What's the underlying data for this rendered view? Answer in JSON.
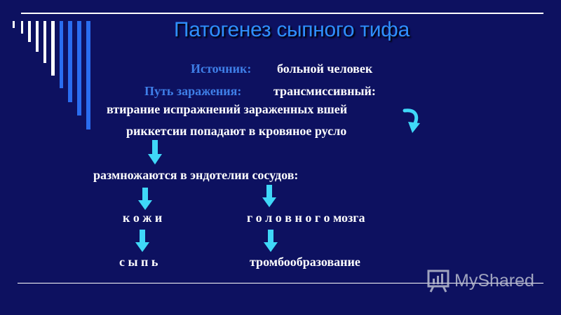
{
  "slide": {
    "title": "Патогенез  сыпного тифа",
    "source_label": "Источник:",
    "source_value": "больной человек",
    "route_label": "Путь заражения:",
    "route_value": "трансмиссивный:",
    "line_rubbing": "втирание испражнений зараженных вшей",
    "line_rickettsia": "риккетсии попадают в кровяное русло",
    "line_multiply": "размножаются в эндотелии сосудов:",
    "skin": "к о ж и",
    "brain": "г о л о в н о г о  мозга",
    "rash": "с ы п ь",
    "thrombosis": "тромбообразование"
  },
  "watermark": {
    "text": "MyShared"
  },
  "colors": {
    "background": "#0d1160",
    "title": "#2f8fff",
    "label": "#3f7fe8",
    "text": "#ffffff",
    "arrow": "#3fd8f8"
  },
  "icons": [
    "down-arrow-icon",
    "curved-arrow-icon",
    "presentation-board-icon"
  ]
}
